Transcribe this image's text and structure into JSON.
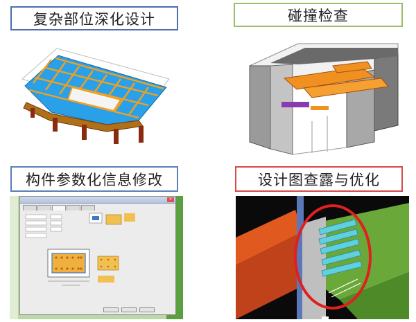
{
  "panels": {
    "top_left": {
      "title": "复杂部位深化设计",
      "border_color": "#4a6fb0"
    },
    "top_right": {
      "title": "碰撞检查",
      "border_color": "#9dbb6a"
    },
    "bottom_left": {
      "title": "构件参数化信息修改",
      "border_color": "#5a7fb8"
    },
    "bottom_right": {
      "title": "设计图查露与优化",
      "border_color": "#d64a4a"
    }
  },
  "colors": {
    "roof_blue": "#2aa0e8",
    "beam_orange": "#f0a020",
    "steel_red": "#e04a20",
    "steel_green": "#6aa83a",
    "bolt_cyan": "#5fd0e0",
    "highlight_circle": "#e02020"
  },
  "dialog": {
    "close_icon": "close-icon"
  }
}
